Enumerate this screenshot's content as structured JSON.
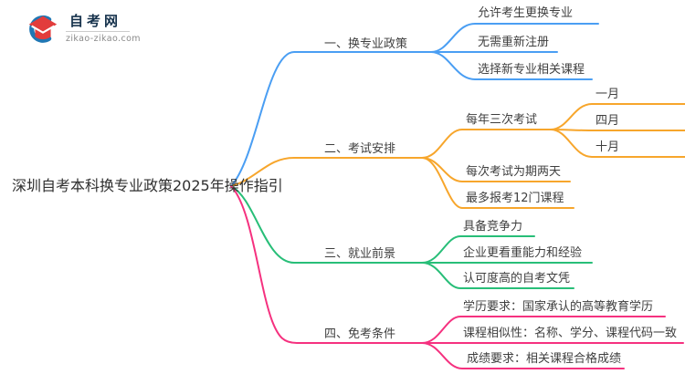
{
  "logo": {
    "title": "自考网",
    "domain": "zikao-zikao.com",
    "icon": "graduation-cap-icon"
  },
  "root": {
    "label": "深圳自考本科换专业政策2025年操作指引"
  },
  "colors": {
    "branch1": "#4A9EF3",
    "branch2": "#F7A62C",
    "branch3": "#28BE78",
    "branch4": "#F5317F",
    "text": "#3F3F3F",
    "logo_blue": "#2077B4",
    "logo_red": "#E23C3C",
    "logo_title": "#16324C",
    "logo_domain": "#8A8A8A",
    "divider": "#CCCCCC"
  },
  "branches": [
    {
      "label": "一、换专业政策",
      "children": [
        {
          "label": "允许考生更换专业"
        },
        {
          "label": "无需重新注册"
        },
        {
          "label": "选择新专业相关课程"
        }
      ]
    },
    {
      "label": "二、考试安排",
      "children": [
        {
          "label": "每年三次考试",
          "children": [
            {
              "label": "一月"
            },
            {
              "label": "四月"
            },
            {
              "label": "十月"
            }
          ]
        },
        {
          "label": "每次考试为期两天"
        },
        {
          "label": "最多报考12门课程"
        }
      ]
    },
    {
      "label": "三、就业前景",
      "children": [
        {
          "label": "具备竞争力"
        },
        {
          "label": "企业更看重能力和经验"
        },
        {
          "label": "认可度高的自考文凭"
        }
      ]
    },
    {
      "label": "四、免考条件",
      "children": [
        {
          "label": "学历要求：国家承认的高等教育学历"
        },
        {
          "label": "课程相似性：名称、学分、课程代码一致"
        },
        {
          "label": "成绩要求：相关课程合格成绩"
        }
      ]
    }
  ]
}
